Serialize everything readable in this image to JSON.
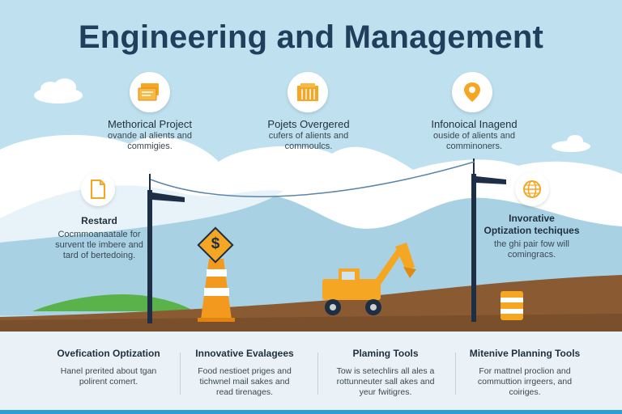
{
  "title": "Engineering and Management",
  "top_cards": [
    {
      "icon": "documents-icon",
      "title": "Methorical Project",
      "subtitle": "ovande al alients and\ncommigies."
    },
    {
      "icon": "buildings-icon",
      "title": "Pojets Overgered",
      "subtitle": "cufers of alients and\ncommoulcs."
    },
    {
      "icon": "location-pin-icon",
      "title": "Infonoical Inagend",
      "subtitle": "ouside of alients and\ncomminoners."
    }
  ],
  "side_left": {
    "icon": "document-icon",
    "title": "Restard",
    "subtitle": "Cocmmoanaatale for\nsurvent tle imbere and\ntard of bertedoing."
  },
  "side_right": {
    "icon": "globe-icon",
    "title": "Invorative\nOptization techiques",
    "subtitle": "the ghi pair fow will\ncomingracs."
  },
  "sign_symbol": "$",
  "footer": [
    {
      "title": "Ovefication Optization",
      "subtitle": "Hanel prerited about tgan\npolirent comert."
    },
    {
      "title": "Innovative Evalagees",
      "subtitle": "Food nestioet priges and\ntichwnel mail sakes and\nread tirenages."
    },
    {
      "title": "Plaming Tools",
      "subtitle": "Tow is setechlirs all ales a\nrottunneuter sall akes and\nyeur fwitigres."
    },
    {
      "title": "Mitenive Planning Tools",
      "subtitle": "For mattnel proclion and\ncommuttion irrgeers, and\ncoiriges."
    }
  ],
  "colors": {
    "accent": "#f5a623",
    "title": "#1f3f5c",
    "sky": "#bfe0ee",
    "ground": "#8a5a32",
    "footer_bar": "#2c9fd6"
  }
}
